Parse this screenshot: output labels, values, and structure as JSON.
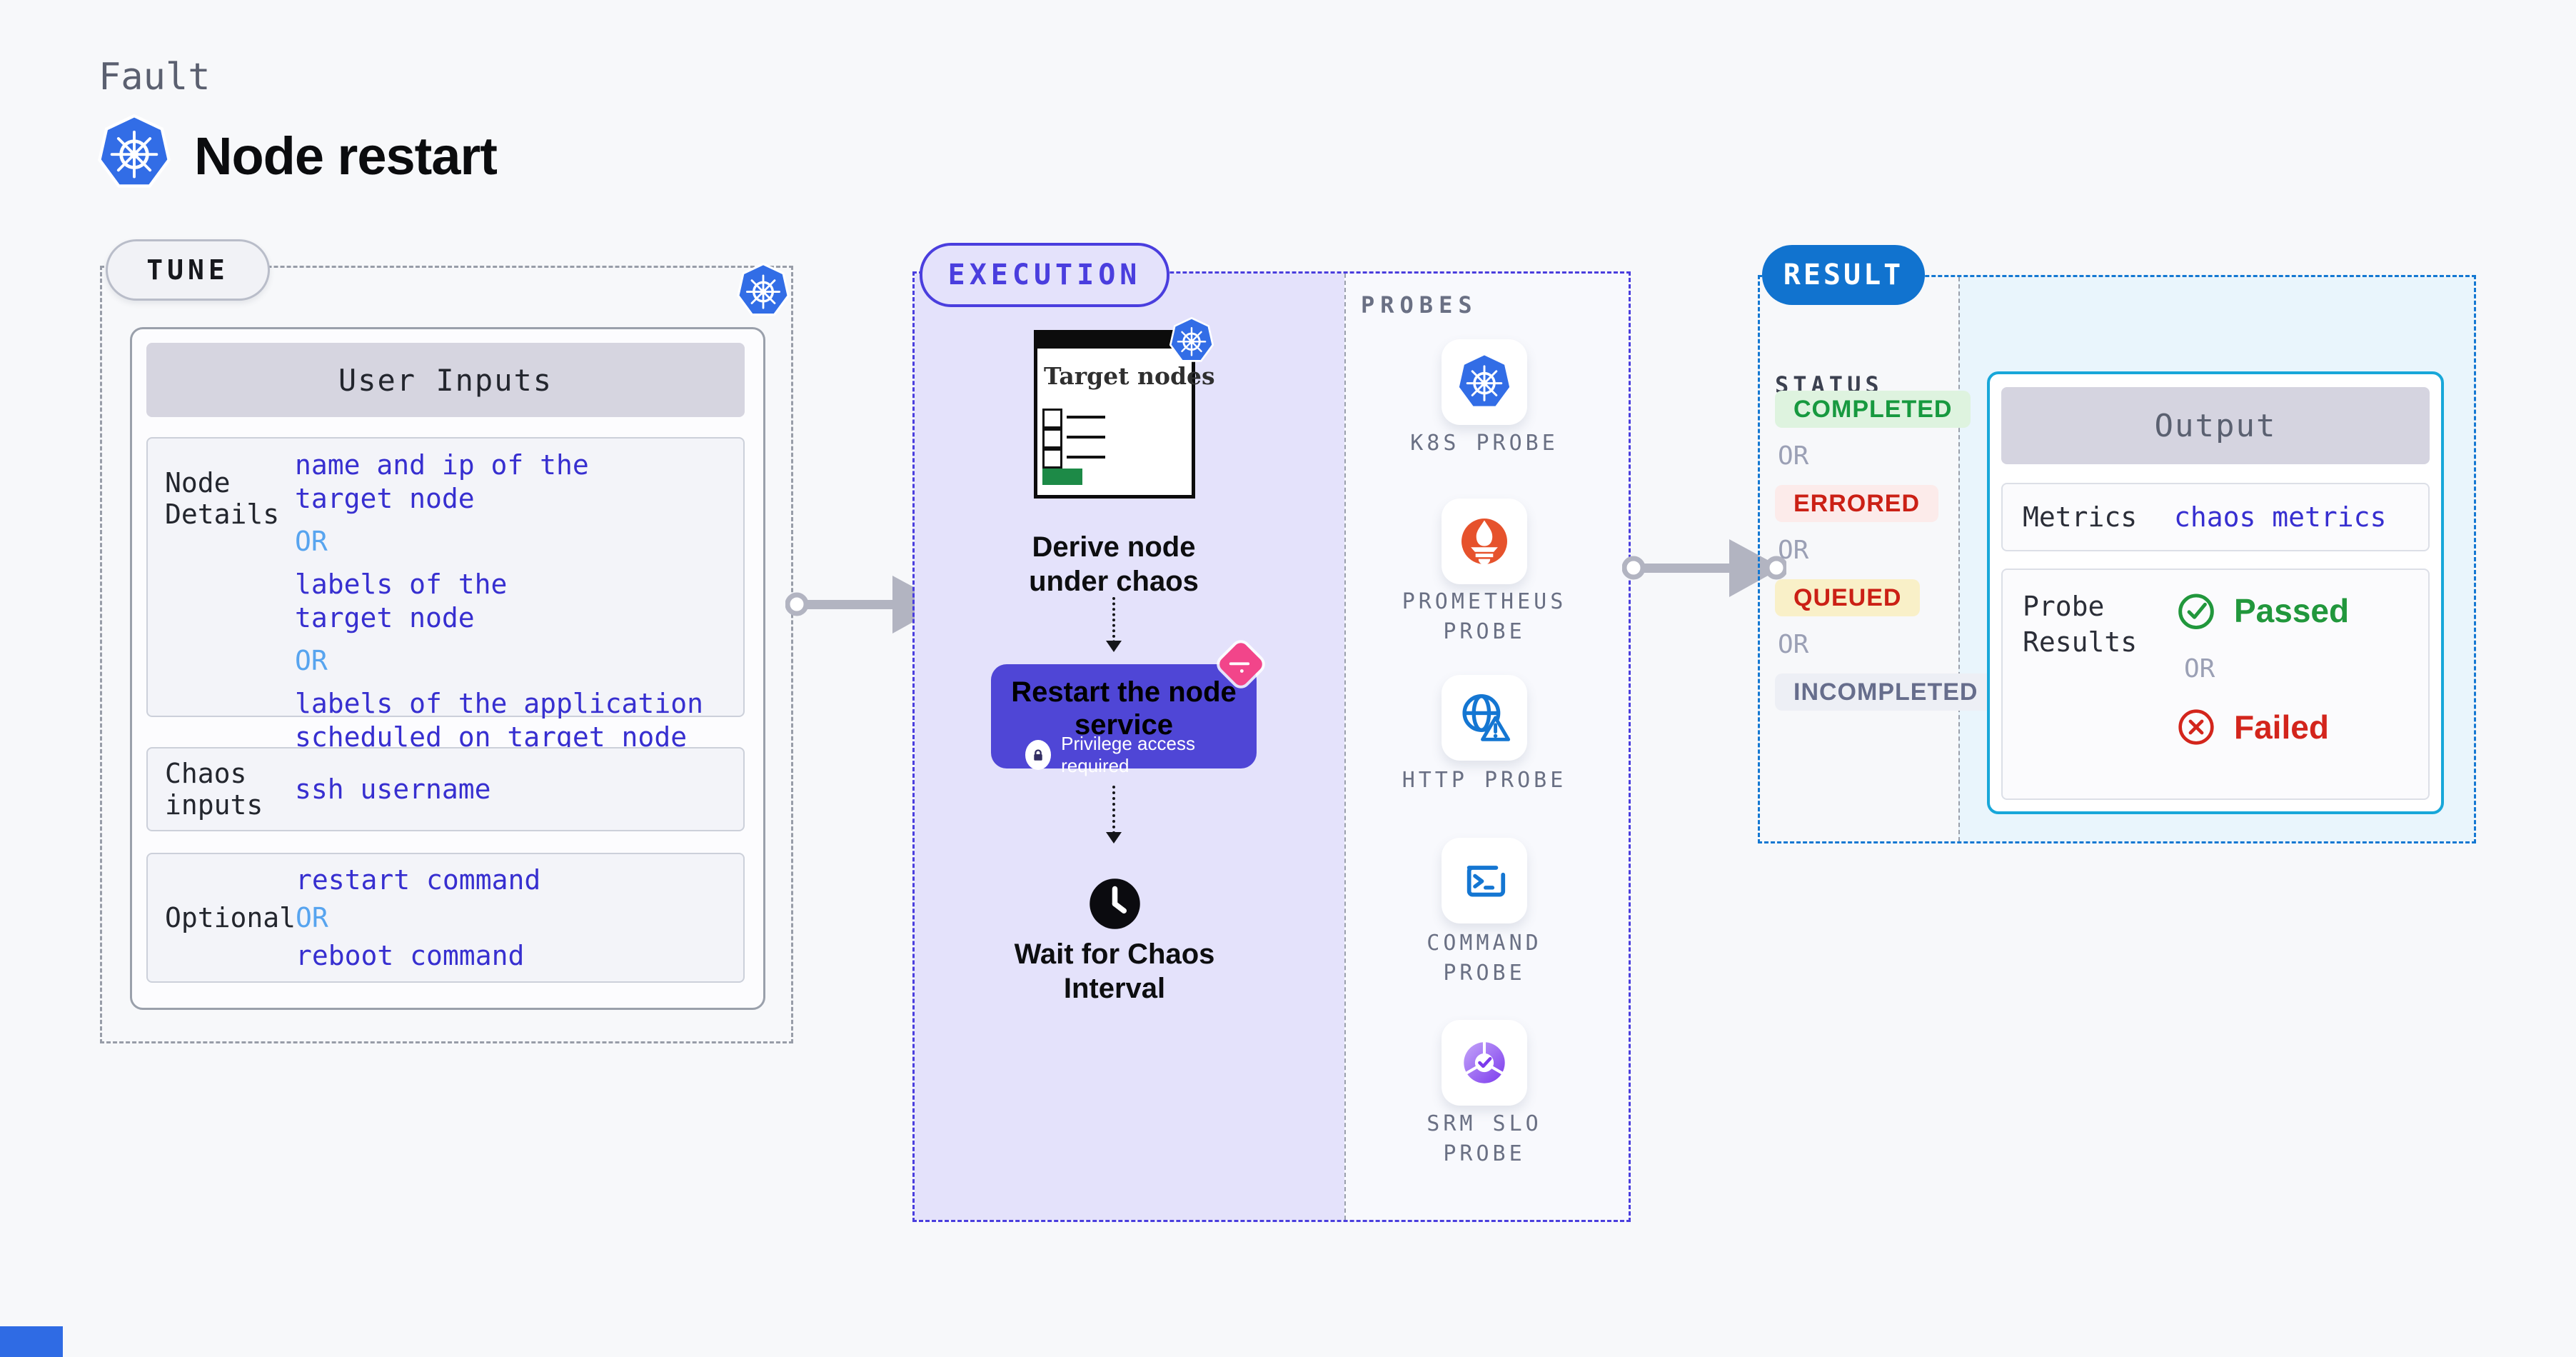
{
  "header": {
    "eyebrow": "Fault",
    "title": "Node restart"
  },
  "tune": {
    "tab": "TUNE",
    "table_title": "User Inputs",
    "rows": [
      {
        "label": "Node Details",
        "values": [
          [
            "name and ip of the",
            "target node"
          ],
          [
            "OR"
          ],
          [
            "labels of the",
            "target node"
          ],
          [
            "OR"
          ],
          [
            "labels of the application",
            "scheduled on target node"
          ]
        ]
      },
      {
        "label": "Chaos inputs",
        "values": [
          [
            "ssh username"
          ]
        ]
      },
      {
        "label": "Optional",
        "values": [
          [
            "restart command"
          ],
          [
            "OR"
          ],
          [
            "reboot command"
          ]
        ]
      }
    ]
  },
  "execution": {
    "tab": "EXECUTION",
    "window": {
      "title": "Target nodes"
    },
    "step1": "Derive node under chaos",
    "step2": {
      "title": "Restart the node service",
      "note": "Privilege access required"
    },
    "step3": "Wait for Chaos Interval"
  },
  "probes": {
    "label": "PROBES",
    "items": [
      {
        "label": "K8S PROBE",
        "icon": "kubernetes-icon"
      },
      {
        "label": "PROMETHEUS PROBE",
        "icon": "prometheus-icon"
      },
      {
        "label": "HTTP PROBE",
        "icon": "globe-alert-icon"
      },
      {
        "label": "COMMAND PROBE",
        "icon": "terminal-icon"
      },
      {
        "label": "SRM SLO PROBE",
        "icon": "slo-donut-check-icon"
      }
    ]
  },
  "result": {
    "tab": "RESULT",
    "status_label": "STATUS",
    "or_label": "OR",
    "statuses": [
      {
        "label": "COMPLETED",
        "color": "#17993f",
        "bg": "#def3df"
      },
      {
        "label": "ERRORED",
        "color": "#cb2015",
        "bg": "#fcebea"
      },
      {
        "label": "QUEUED",
        "color": "#cb2015",
        "bg": "#f9f0c8"
      },
      {
        "label": "INCOMPLETED",
        "color": "#666d8c",
        "bg": "#edeff5"
      }
    ],
    "output": {
      "title": "Output",
      "metrics_label": "Metrics",
      "metrics_value": "chaos metrics",
      "probe_results_label": "Probe Results",
      "passed": "Passed",
      "or": "OR",
      "failed": "Failed"
    }
  },
  "colors": {
    "page_bg": "#f7f8fa",
    "tune_border": "#989da8",
    "execution_accent": "#4a3ede",
    "execution_bg": "#e4e2fb",
    "result_accent": "#1478d2",
    "result_pill_bg": "#1173cf",
    "result_bg": "#e9f5fc",
    "output_border": "#18a7d9",
    "value_blue": "#372fd0",
    "or_blue": "#57a4ef",
    "kubernetes_blue": "#326de6",
    "prometheus_orange": "#e6522c",
    "probe_icon_blue": "#1476d2",
    "srm_purple": "#7c3aed",
    "restart_box_bg": "#4f46d6",
    "chaos_pink": "#f2458a",
    "green_button": "#1d8a47",
    "passed_green": "#21973c",
    "failed_red": "#d3251c",
    "arrow_gray": "#b2b4c1"
  }
}
